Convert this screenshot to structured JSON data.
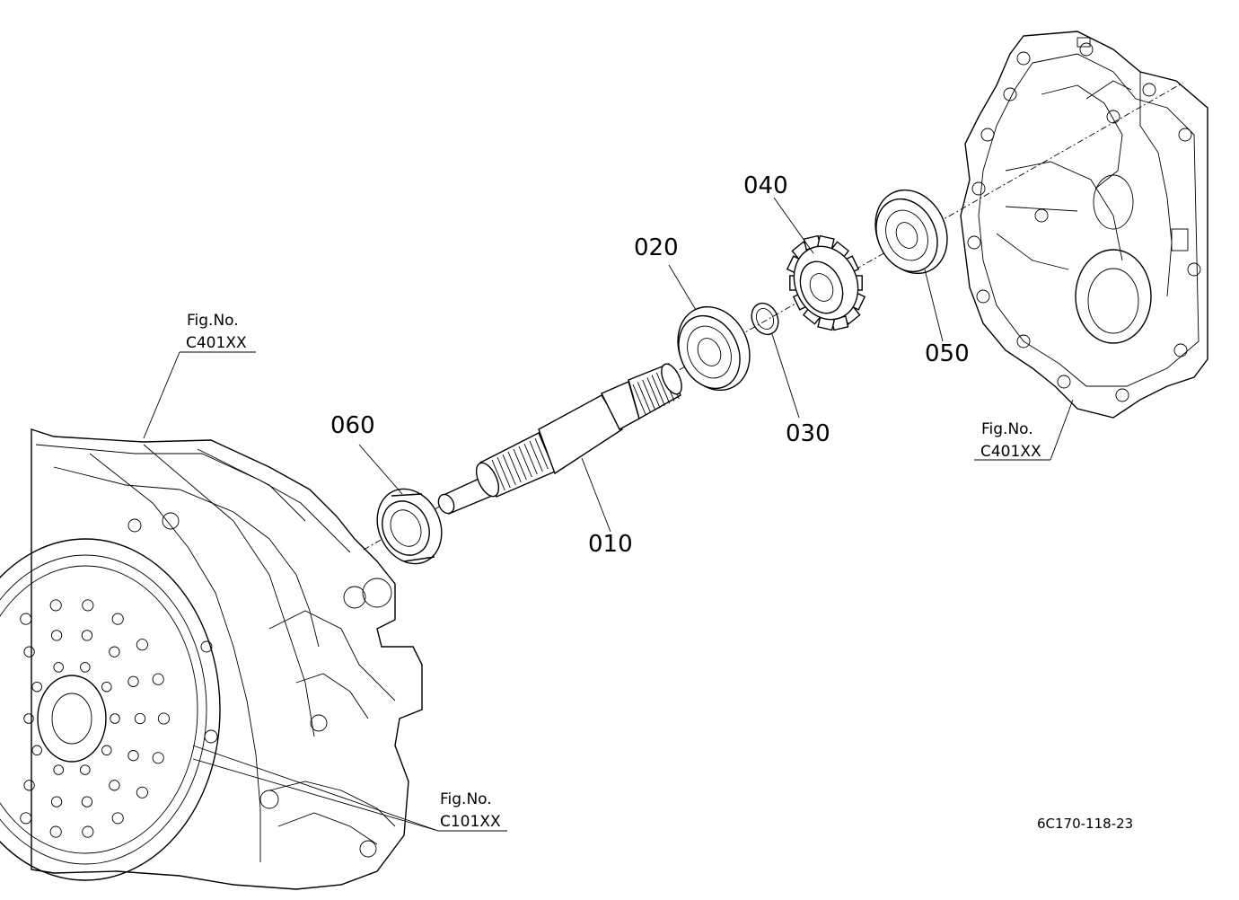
{
  "parts": [
    {
      "label": "010"
    },
    {
      "label": "020"
    },
    {
      "label": "030"
    },
    {
      "label": "040"
    },
    {
      "label": "050"
    },
    {
      "label": "060"
    }
  ],
  "figure_refs": [
    {
      "line1": "Fig.No.",
      "line2": "C401XX"
    },
    {
      "line1": "Fig.No.",
      "line2": "C401XX"
    },
    {
      "line1": "Fig.No.",
      "line2": "C101XX"
    }
  ],
  "drawing_code": "6C170-118-23"
}
